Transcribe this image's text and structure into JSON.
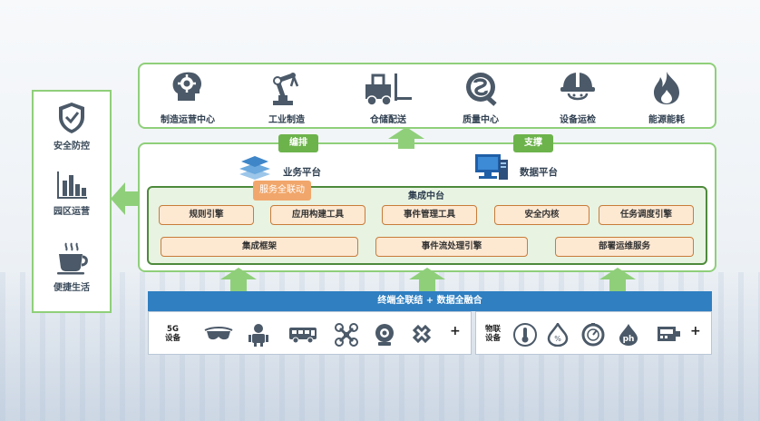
{
  "side": {
    "items": [
      {
        "label": "安全防控",
        "icon": "shield-check-icon"
      },
      {
        "label": "园区运营",
        "icon": "bar-chart-icon"
      },
      {
        "label": "便捷生活",
        "icon": "coffee-cup-icon"
      }
    ]
  },
  "apps": [
    {
      "label": "制造运营中心",
      "icon": "brain-gear-icon"
    },
    {
      "label": "工业制造",
      "icon": "robot-arm-icon"
    },
    {
      "label": "仓储配送",
      "icon": "forklift-icon"
    },
    {
      "label": "质量中心",
      "icon": "quality-q-icon"
    },
    {
      "label": "设备运检",
      "icon": "hard-hat-icon"
    },
    {
      "label": "能源能耗",
      "icon": "flame-icon"
    }
  ],
  "tags": {
    "orchestrate": "编排",
    "support": "支撑",
    "service_link": "服务全联动"
  },
  "platforms": {
    "business": "业务平台",
    "data": "数据平台"
  },
  "integration": {
    "title": "集成中台",
    "row1": [
      "规则引擎",
      "应用构建工具",
      "事件管理工具",
      "安全内核",
      "任务调度引擎"
    ],
    "row2": [
      "集成框架",
      "事件流处理引擎",
      "部署运维服务"
    ]
  },
  "bottom": {
    "bar": "终端全联结 +   数据全融合",
    "left_label": "5G\n设备",
    "right_label": "物联\n设备",
    "plus": "+",
    "left_icons": [
      "vr-glasses-icon",
      "robot-icon",
      "bus-icon",
      "drone-icon",
      "camera-icon",
      "link-icon"
    ],
    "right_icons": [
      "thermometer-icon",
      "humidity-drop-icon",
      "pressure-gauge-icon",
      "ph-icon",
      "meter-icon"
    ]
  },
  "colors": {
    "green": "#8fcf7a",
    "dark_green": "#4e8a3c",
    "blue": "#2f7fc1",
    "orange": "#f1a76b",
    "icon": "#4b5968"
  }
}
